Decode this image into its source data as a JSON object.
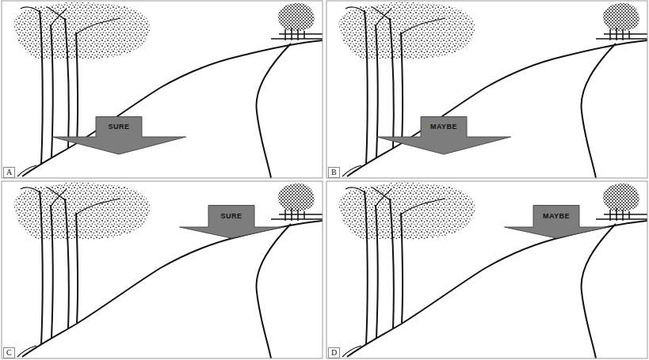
{
  "diagram": {
    "nodes": [
      {
        "text": [
          "SURE"
        ]
      },
      {
        "text": [
          "MAYBE"
        ]
      },
      {
        "text": [
          "SURE"
        ]
      },
      {
        "text": [
          "MAYBE"
        ]
      }
    ],
    "labels": [
      "A",
      "B",
      "C",
      "D"
    ]
  }
}
